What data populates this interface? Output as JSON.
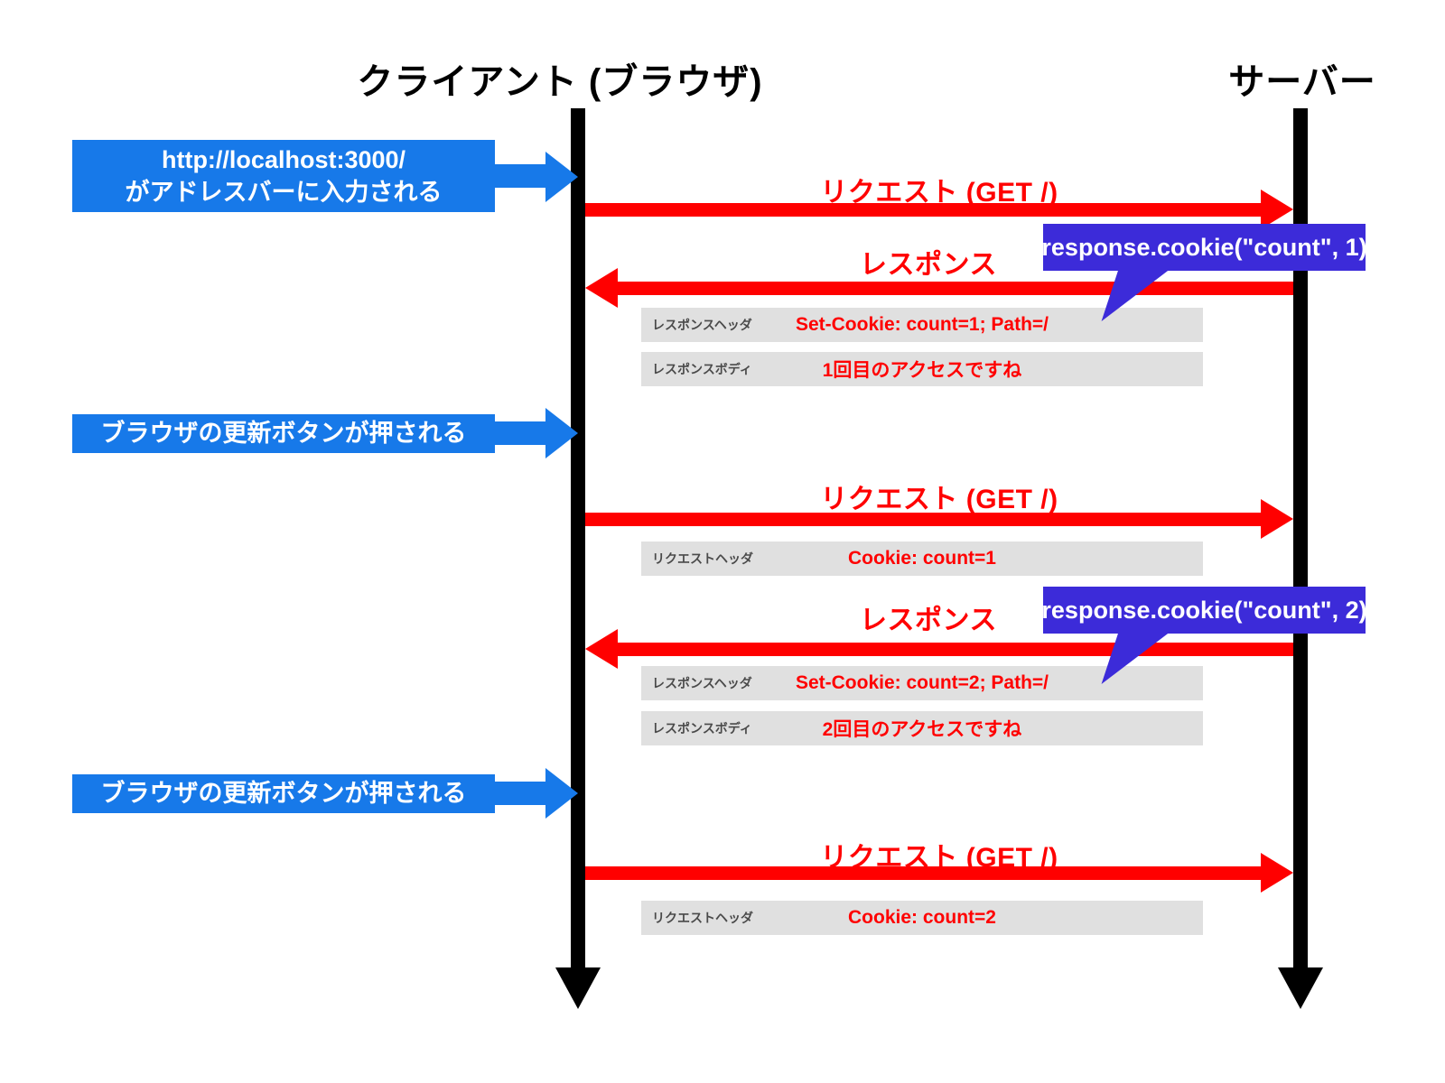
{
  "actors": {
    "client": "クライアント (ブラウザ)",
    "server": "サーバー"
  },
  "client_actions": [
    {
      "line1": "http://localhost:3000/",
      "line2": "がアドレスバーに入力される"
    },
    {
      "line1": "ブラウザの更新ボタンが押される"
    },
    {
      "line1": "ブラウザの更新ボタンが押される"
    }
  ],
  "messages": [
    {
      "label": "リクエスト (GET /)",
      "direction": "right"
    },
    {
      "label": "レスポンス",
      "direction": "left"
    },
    {
      "label": "リクエスト (GET /)",
      "direction": "right"
    },
    {
      "label": "レスポンス",
      "direction": "left"
    },
    {
      "label": "リクエスト (GET /)",
      "direction": "right"
    }
  ],
  "code_callouts": [
    {
      "text": "response.cookie(\"count\", 1)"
    },
    {
      "text": "response.cookie(\"count\", 2)"
    }
  ],
  "detail_rows": [
    {
      "label": "レスポンスヘッダ",
      "value": "Set-Cookie: count=1; Path=/"
    },
    {
      "label": "レスポンスボディ",
      "value": "1回目のアクセスですね"
    },
    {
      "label": "リクエストヘッダ",
      "value": "Cookie: count=1"
    },
    {
      "label": "レスポンスヘッダ",
      "value": "Set-Cookie: count=2; Path=/"
    },
    {
      "label": "レスポンスボディ",
      "value": "2回目のアクセスですね"
    },
    {
      "label": "リクエストヘッダ",
      "value": "Cookie: count=2"
    }
  ],
  "colors": {
    "event_blue": "#1779e9",
    "arrow_red": "#ff0000",
    "callout_purple": "#3c2bd9",
    "row_gray": "#e0e0e0",
    "lifeline_black": "#000000"
  }
}
